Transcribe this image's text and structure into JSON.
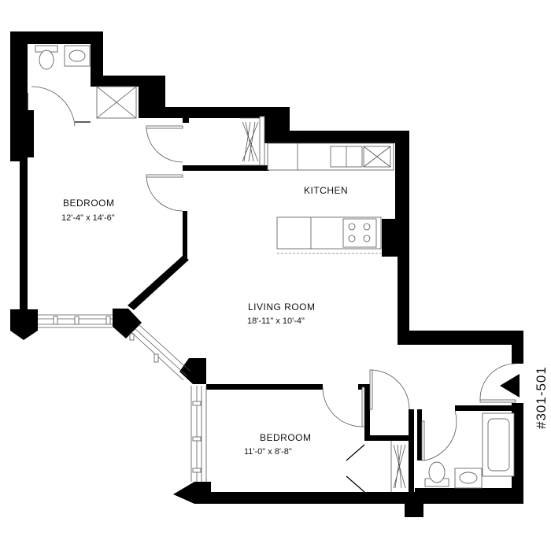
{
  "rooms": {
    "bedroom1": {
      "name": "BEDROOM",
      "dims": "12'-4\" x 14'-6\""
    },
    "kitchen": {
      "name": "KITCHEN"
    },
    "living": {
      "name": "LIVING ROOM",
      "dims": "18'-11\" x 10'-4\""
    },
    "bedroom2": {
      "name": "BEDROOM",
      "dims": "11'-0\" x 8'-8\""
    }
  },
  "unit_label": "#301-501",
  "colors": {
    "wall": "#000000",
    "background": "#ffffff",
    "fixture": "#666666"
  }
}
